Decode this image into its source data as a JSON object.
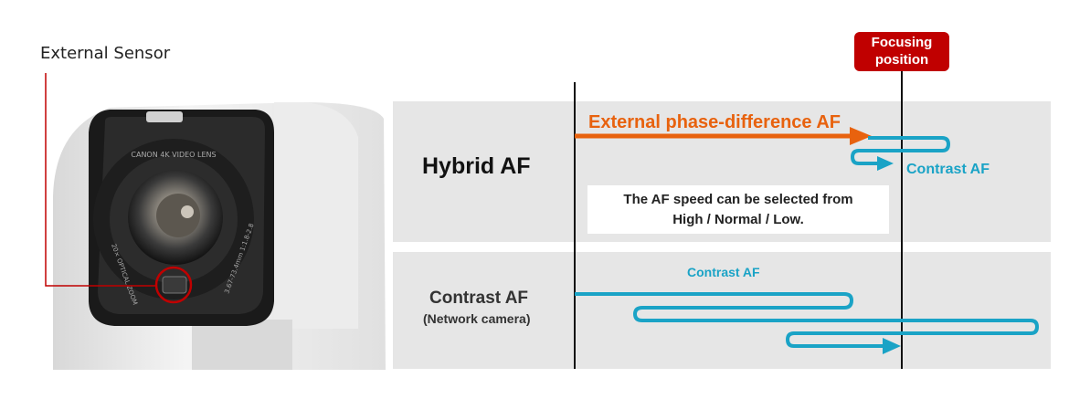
{
  "external_sensor_label": "External Sensor",
  "lens_texts": {
    "brand": "CANON 4K VIDEO LENS",
    "zoom": "20× OPTICAL ZOOM",
    "spec": "3.67-73.4mm 1:1.8-2.8"
  },
  "focusing_position": {
    "line1": "Focusing",
    "line2": "position"
  },
  "hybrid": {
    "title": "Hybrid AF",
    "external_phase_label": "External phase-difference AF",
    "contrast_label": "Contrast AF",
    "speed_note_line1": "The AF speed can be selected from",
    "speed_note_line2": "High / Normal / Low."
  },
  "contrast": {
    "title": "Contrast AF",
    "subtitle": "(Network camera)",
    "contrast_label": "Contrast AF"
  },
  "colors": {
    "phase_arrow": "#e8620e",
    "contrast_path": "#1aa3c6",
    "badge": "#c00000",
    "sensor_marker": "#c00000",
    "panel": "#e6e6e6"
  }
}
